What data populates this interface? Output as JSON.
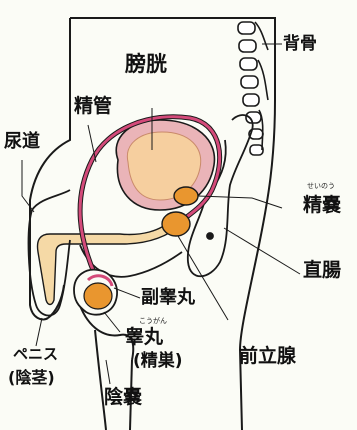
{
  "labels": {
    "spine": "背骨",
    "bladder": "膀胱",
    "vas_deferens": "精管",
    "urethra": "尿道",
    "seminal_vesicle_reading": "せいのう",
    "seminal_vesicle": "精嚢",
    "rectum": "直腸",
    "epididymis": "副睾丸",
    "testis_reading": "こうがん",
    "testis": "睾丸",
    "testis_alt": "(精巣)",
    "prostate": "前立腺",
    "penis": "ペニス",
    "penis_alt": "(陰茎)",
    "scrotum": "陰嚢"
  },
  "colors": {
    "background": "#fbfcf6",
    "outline": "#1a1a1a",
    "bladder_fill": "#f6cf9f",
    "bladder_wall": "#eab4b8",
    "vas_deferens": "#d44a7a",
    "prostate": "#e9962f",
    "testis": "#e9962f",
    "urethra_fill": "#f5d9a6"
  }
}
